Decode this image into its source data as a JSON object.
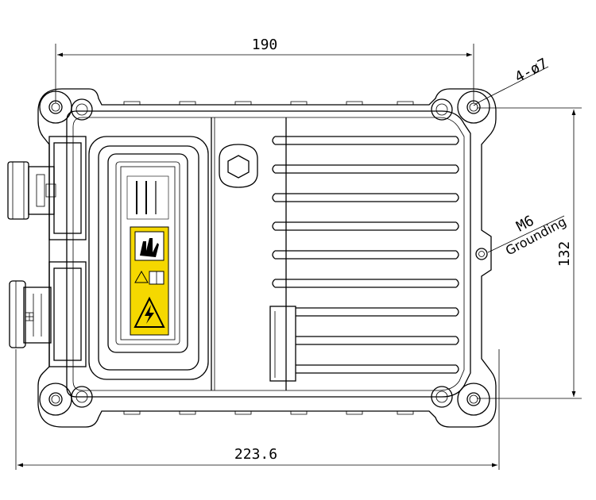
{
  "drawing": {
    "dimensions": {
      "top_width": "190",
      "overall_width": "223.6",
      "height": "132",
      "holes": "4-ø7",
      "thread": "M6",
      "grounding": "Grounding"
    },
    "colors": {
      "line": "#000000",
      "warning_yellow": "#f5d800",
      "background": "#ffffff"
    },
    "icons": [
      "hand-hazard-icon",
      "manual-icon",
      "high-voltage-icon"
    ]
  }
}
